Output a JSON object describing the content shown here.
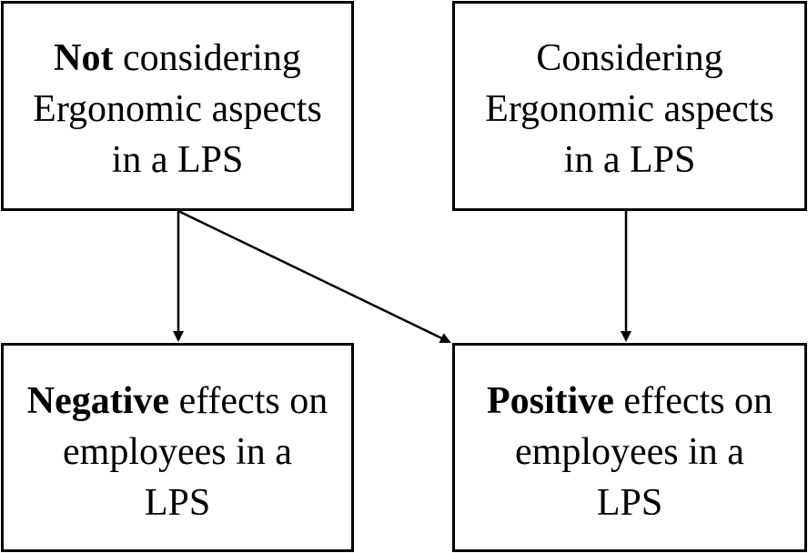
{
  "diagram": {
    "boxes": {
      "top_left": {
        "lines": [
          {
            "bold": "Not",
            "rest": " considering"
          },
          {
            "bold": "",
            "rest": "Ergonomic aspects"
          },
          {
            "bold": "",
            "rest": "in a LPS"
          }
        ]
      },
      "top_right": {
        "lines": [
          {
            "bold": "",
            "rest": "Considering"
          },
          {
            "bold": "",
            "rest": "Ergonomic aspects"
          },
          {
            "bold": "",
            "rest": "in a LPS"
          }
        ]
      },
      "bottom_left": {
        "lines": [
          {
            "bold": "Negative",
            "rest": " effects on"
          },
          {
            "bold": "",
            "rest": "employees in a"
          },
          {
            "bold": "",
            "rest": "LPS"
          }
        ]
      },
      "bottom_right": {
        "lines": [
          {
            "bold": "Positive",
            "rest": " effects on"
          },
          {
            "bold": "",
            "rest": "employees in a"
          },
          {
            "bold": "",
            "rest": "LPS"
          }
        ]
      }
    },
    "arrows": [
      {
        "from": "top_left",
        "to": "bottom_left"
      },
      {
        "from": "top_left",
        "to": "bottom_right"
      },
      {
        "from": "top_right",
        "to": "bottom_right"
      }
    ],
    "colors": {
      "stroke": "#000000",
      "background": "#ffffff",
      "text": "#000000"
    }
  }
}
